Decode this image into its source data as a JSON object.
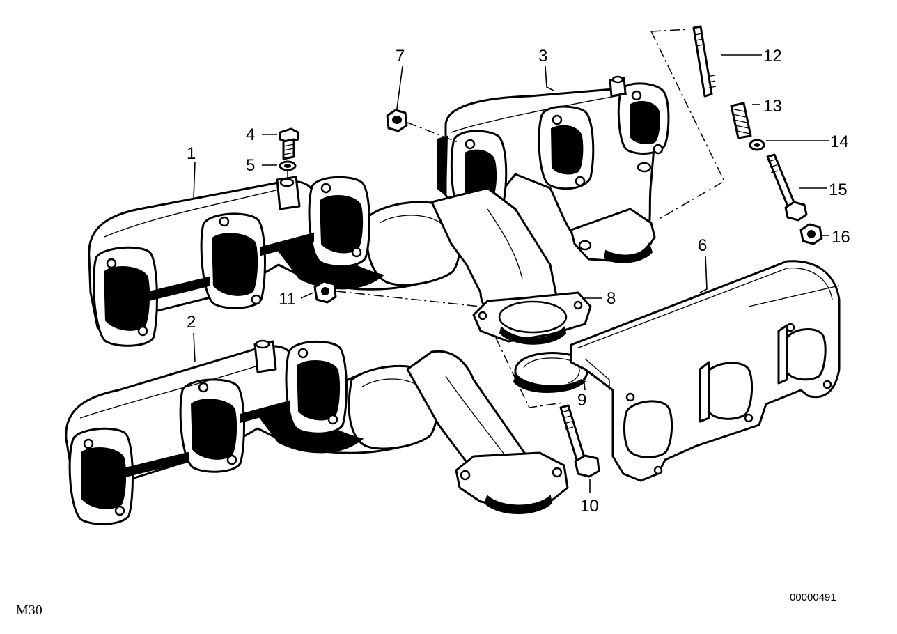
{
  "callouts": [
    {
      "id": "1",
      "label": "1"
    },
    {
      "id": "2",
      "label": "2"
    },
    {
      "id": "3",
      "label": "3"
    },
    {
      "id": "4",
      "label": "4"
    },
    {
      "id": "5",
      "label": "5"
    },
    {
      "id": "6",
      "label": "6"
    },
    {
      "id": "7",
      "label": "7"
    },
    {
      "id": "8",
      "label": "8"
    },
    {
      "id": "9",
      "label": "9"
    },
    {
      "id": "10",
      "label": "10"
    },
    {
      "id": "11",
      "label": "11"
    },
    {
      "id": "12",
      "label": "12"
    },
    {
      "id": "13",
      "label": "13"
    },
    {
      "id": "14",
      "label": "14"
    },
    {
      "id": "15",
      "label": "15"
    },
    {
      "id": "16",
      "label": "16"
    }
  ],
  "footer": {
    "engine_code": "M30",
    "diagram_number": "00000491"
  }
}
